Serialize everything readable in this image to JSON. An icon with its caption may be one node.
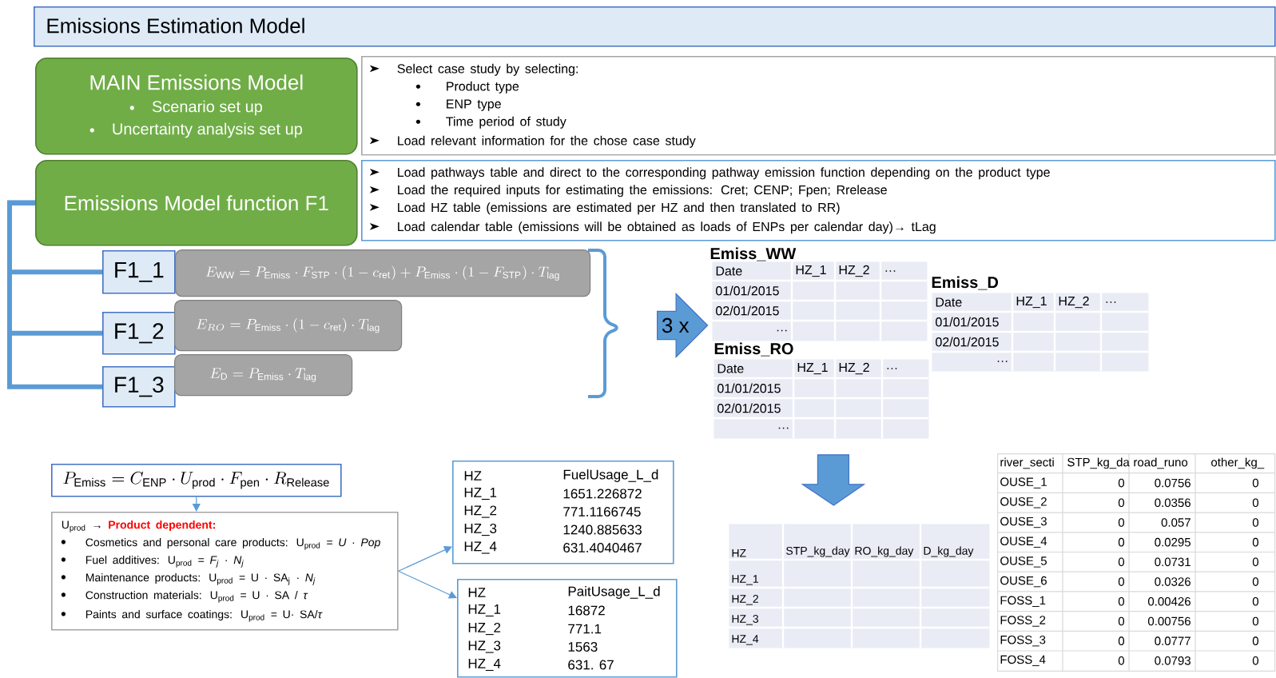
{
  "diagram": {
    "title": "Emissions Estimation Model",
    "nodes": [
      {
        "text": [
          "MAIN Emissions Model",
          "Scenario set up",
          "Uncertainty analysis set up"
        ]
      },
      {
        "text": [
          "Select case study by selecting:",
          "Product type",
          "ENP type",
          "Time period of study",
          "Load relevant information for the chose case study"
        ]
      },
      {
        "text": [
          "Emissions Model function F1"
        ]
      },
      {
        "text": [
          "Load pathways table and direct to the corresponding pathway emission function depending on the product type",
          "Load the required inputs for estimating the emissions: Cret; CENP; Fpen; Rrelease",
          "Load HZ table (emissions are estimated per HZ and then translated to RR)",
          "Load calendar table (emissions will be obtained as loads of ENPs per calendar day)→ tLag"
        ]
      },
      {
        "text": [
          "F1_1"
        ]
      },
      {
        "text": [
          "E_{\\mathrm{WW}} = P_{\\mathrm{Emiss}} \\cdot F_{\\mathrm{STP}} \\cdot (1 - c_{\\mathrm{ret}}) + P_{\\mathrm{Emiss}} \\cdot (1 - F_{\\mathrm{STP}}) \\cdot T_{\\mathrm{lag}}"
        ]
      },
      {
        "text": [
          "F1_2"
        ]
      },
      {
        "text": [
          "E_{RO} = P_{\\mathrm{Emiss}} \\cdot (1 - c_{\\mathrm{ret}}) \\cdot T_{\\mathrm{lag}}"
        ]
      },
      {
        "text": [
          "F1_3"
        ]
      },
      {
        "text": [
          "E_{\\mathrm{D}} = P_{\\mathrm{Emiss}} \\cdot T_{\\mathrm{lag}}"
        ]
      },
      {
        "text": [
          "3 x"
        ]
      },
      {
        "text": [
          "Emiss_WW",
          "Date",
          "HZ_1",
          "HZ_2",
          "…",
          "01/01/2015",
          "02/01/2015",
          "…"
        ]
      },
      {
        "text": [
          "Emiss_RO",
          "Date",
          "HZ_1",
          "HZ_2",
          "…",
          "01/01/2015",
          "02/01/2015",
          "…"
        ]
      },
      {
        "text": [
          "Emiss_D",
          "Date",
          "HZ_1",
          "HZ_2",
          "…",
          "01/01/2015",
          "02/01/2015",
          "…"
        ]
      },
      {
        "text": [
          "HZ",
          "STP_kg_day",
          "RO_kg_day",
          "D_kg_day",
          "HZ_1",
          "HZ_2",
          "HZ_3",
          "HZ_4"
        ]
      },
      {
        "text": [
          "river_secti",
          "STP_kg_da",
          "road_runo",
          "other_kg_",
          "OUSE_1",
          "0",
          "0.0756",
          "0",
          "OUSE_2",
          "0",
          "0.0356",
          "0",
          "OUSE_3",
          "0",
          "0.057",
          "0",
          "OUSE_4",
          "0",
          "0.0295",
          "0",
          "OUSE_5",
          "0",
          "0.0731",
          "0",
          "OUSE_6",
          "0",
          "0.0326",
          "0",
          "FOSS_1",
          "0",
          "0.00426",
          "0",
          "FOSS_2",
          "0",
          "0.00756",
          "0",
          "FOSS_3",
          "0",
          "0.0777",
          "0",
          "FOSS_4",
          "0",
          "0.0793",
          "0"
        ]
      },
      {
        "text": [
          "P_{\\mathrm{Emiss}} = C_{\\mathrm{ENP}} \\cdot U_{\\mathrm{prod}} \\cdot F_{\\mathrm{pen}} \\cdot R_{\\mathrm{Release}}"
        ]
      },
      {
        "text": [
          "U$_{prod}$ →",
          "Product dependent:",
          "Cosmetics and personal care products: U$_{prod}$ = *U · Pop*",
          "Fuel additives: U$_{prod}$ = *F$_{j}$ · N$_{j}$*",
          "Maintenance products: U$_{prod}$ = U · SA$_{j}$ · *N$_{j}$*",
          "Construction materials: U$_{prod}$ = U · SA / *τ*",
          "Paints and surface coatings: U$_{prod}$ = U· SA/*τ*"
        ]
      },
      {
        "text": [
          "HZ",
          "FuelUsage_L_d",
          "HZ_1",
          "1651.226872",
          "HZ_2",
          "771.1166745",
          "HZ_3",
          "1240.885633",
          "HZ_4",
          "631.4040467"
        ]
      },
      {
        "text": [
          "HZ",
          "PaitUsage_L_d",
          "HZ_1",
          "16872",
          "HZ_2",
          "771.1",
          "HZ_3",
          "1563",
          "HZ_4",
          "631. 67"
        ]
      }
    ],
    "edges": [
      {
        "from": 2,
        "to": 4,
        "arrow": "none",
        "style": "thick"
      },
      {
        "from": 2,
        "to": 6,
        "arrow": "none",
        "style": "thick"
      },
      {
        "from": 2,
        "to": 8,
        "arrow": "none",
        "style": "thick"
      },
      {
        "from": 16,
        "to": 17,
        "arrow": "to"
      },
      {
        "from": 17,
        "to": 18,
        "arrow": "to"
      },
      {
        "from": 17,
        "to": 19,
        "arrow": "to"
      },
      {
        "from": 12,
        "to": 14,
        "arrow": "to"
      }
    ]
  }
}
